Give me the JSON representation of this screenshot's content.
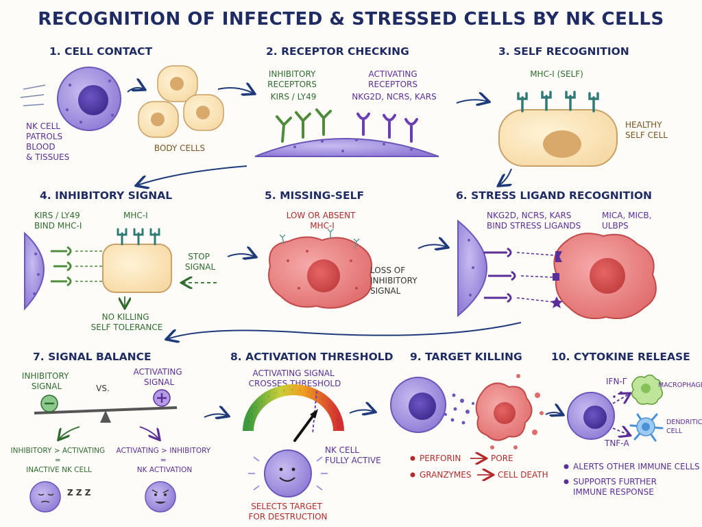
{
  "title": "Recognition of Infected & Stressed Cells by NK Cells",
  "colors": {
    "navy": "#1f2c63",
    "green": "#2f6b2f",
    "purple": "#5a2e96",
    "red": "#b22a2a",
    "nk_cell": "#9a86da",
    "self_cell": "#fbe3b8",
    "stressed_cell": "#e97f7f"
  },
  "steps": [
    {
      "number": "1.",
      "heading": "Cell contact",
      "labels": {
        "nk_cell": [
          "NK cell",
          "patrols",
          "blood",
          "& tissues"
        ],
        "body_cells": "Body cells"
      }
    },
    {
      "number": "2.",
      "heading": "Receptor checking",
      "labels": {
        "inhibitory": [
          "Inhibitory",
          "receptors",
          "KIRs / Ly49"
        ],
        "activating": [
          "Activating",
          "receptors",
          "NKG2D, NCRs, KARs"
        ]
      }
    },
    {
      "number": "3.",
      "heading": "Self recognition",
      "labels": {
        "mhc": "MHC-I (self)",
        "healthy": [
          "Healthy",
          "self cell"
        ]
      }
    },
    {
      "number": "4.",
      "heading": "Inhibitory signal",
      "labels": {
        "kirs": [
          "KIRs / Ly49",
          "bind MHC-I"
        ],
        "mhc": "MHC-I",
        "stop": [
          "Stop",
          "signal"
        ],
        "result": [
          "No killing",
          "self tolerance"
        ]
      }
    },
    {
      "number": "5.",
      "heading": "Missing-self",
      "labels": {
        "low_mhc": [
          "Low or absent",
          "MHC-I"
        ],
        "loss": [
          "Loss of",
          "inhibitory",
          "signal"
        ]
      }
    },
    {
      "number": "6.",
      "heading": "Stress ligand recognition",
      "labels": {
        "bind": [
          "NKG2D, NCRs, KARs",
          "bind stress ligands"
        ],
        "ligands": [
          "MICA, MICB,",
          "ULBPs"
        ]
      }
    },
    {
      "number": "7.",
      "heading": "Signal balance",
      "labels": {
        "inhibitory": [
          "Inhibitory",
          "signal"
        ],
        "vs": "vs.",
        "activating": [
          "Activating",
          "signal"
        ],
        "left_rule": [
          "Inhibitory > Activating",
          "=",
          "Inactive NK cell"
        ],
        "right_rule": [
          "Activating > Inhibitory",
          "=",
          "NK activation"
        ],
        "sleep": "z z z"
      }
    },
    {
      "number": "8.",
      "heading": "Activation threshold",
      "labels": {
        "crosses": [
          "Activating signal",
          "crosses threshold"
        ],
        "active": [
          "NK cell",
          "fully active"
        ],
        "selects": [
          "Selects target",
          "for destruction"
        ]
      }
    },
    {
      "number": "9.",
      "heading": "Target killing",
      "labels": {
        "perforin": [
          "Perforin",
          "Pore"
        ],
        "granzymes": [
          "Granzymes",
          "Cell death"
        ]
      }
    },
    {
      "number": "10.",
      "heading": "Cytokine release",
      "labels": {
        "ifn": "IFN-γ",
        "tnf": "TNF-α",
        "macrophage": "Macrophage",
        "dendritic": [
          "Dendritic",
          "cell"
        ],
        "bullets": [
          "Alerts other immune cells",
          "Supports further",
          "immune response"
        ]
      }
    }
  ]
}
